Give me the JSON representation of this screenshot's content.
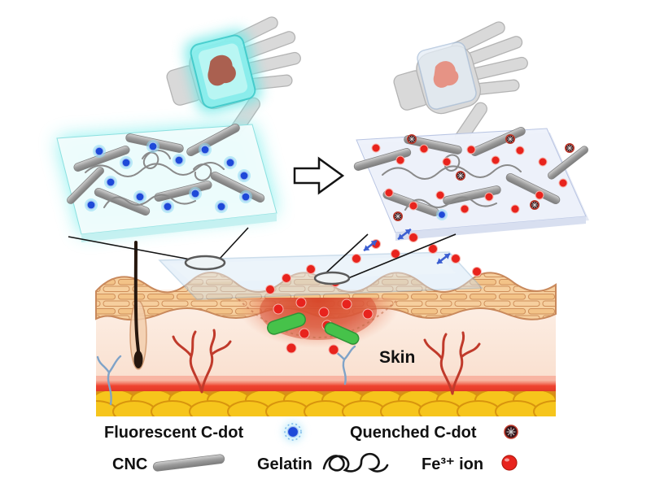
{
  "labels": {
    "skin": "Skin"
  },
  "legend": {
    "items": [
      {
        "id": "fluorescent-cdot",
        "label": "Fluorescent C-dot"
      },
      {
        "id": "quenched-cdot",
        "label": "Quenched C-dot"
      },
      {
        "id": "cnc",
        "label": "CNC"
      },
      {
        "id": "gelatin",
        "label": "Gelatin"
      },
      {
        "id": "fe-ion",
        "label": "Fe³⁺ ion"
      }
    ]
  },
  "colors": {
    "hand_gray": "#d9d9d9",
    "patch_cyan": "#8df0ee",
    "film_blue": "#cfe4f4",
    "cdot_blue": "#1e49d8",
    "fe_red": "#e8231d",
    "quenched_dark": "#341318",
    "cnc_gray": "#9b9b9b",
    "gelatin_gray": "#8a8a8a",
    "bacteria_green": "#46c24a",
    "wound_red": "#d94325",
    "vessel_red": "#c03a2b",
    "vessel_blue": "#7fa3c8",
    "fat_yellow": "#f6c51c",
    "band_red": "#ee3b28",
    "epidermis_tan": "#f6cf9e",
    "text_black": "#111111"
  }
}
